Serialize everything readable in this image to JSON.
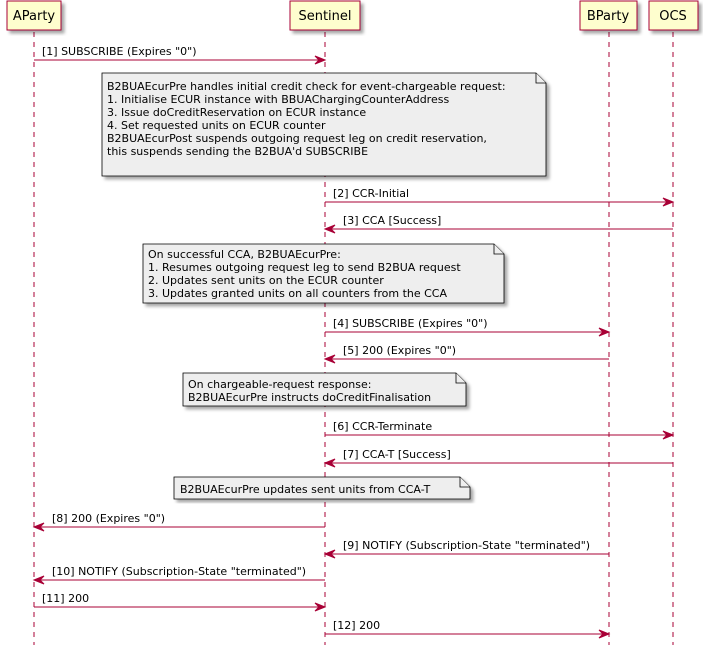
{
  "participants": [
    {
      "id": "aparty",
      "label": "AParty"
    },
    {
      "id": "sentinel",
      "label": "Sentinel"
    },
    {
      "id": "bparty",
      "label": "BParty"
    },
    {
      "id": "ocs",
      "label": "OCS"
    }
  ],
  "messages": [
    {
      "from": "aparty",
      "to": "sentinel",
      "text": "[1] SUBSCRIBE (Expires \"0\")"
    },
    {
      "from": "sentinel",
      "to": "ocs",
      "text": "[2] CCR-Initial"
    },
    {
      "from": "ocs",
      "to": "sentinel",
      "text": "[3] CCA [Success]"
    },
    {
      "from": "sentinel",
      "to": "bparty",
      "text": "[4] SUBSCRIBE (Expires \"0\")"
    },
    {
      "from": "bparty",
      "to": "sentinel",
      "text": "[5] 200 (Expires \"0\")"
    },
    {
      "from": "sentinel",
      "to": "ocs",
      "text": "[6] CCR-Terminate"
    },
    {
      "from": "ocs",
      "to": "sentinel",
      "text": "[7] CCA-T [Success]"
    },
    {
      "from": "sentinel",
      "to": "aparty",
      "text": "[8] 200 (Expires \"0\")"
    },
    {
      "from": "bparty",
      "to": "sentinel",
      "text": "[9] NOTIFY (Subscription-State \"terminated\")"
    },
    {
      "from": "sentinel",
      "to": "aparty",
      "text": "[10] NOTIFY (Subscription-State \"terminated\")"
    },
    {
      "from": "aparty",
      "to": "sentinel",
      "text": "[11] 200"
    },
    {
      "from": "sentinel",
      "to": "bparty",
      "text": "[12] 200"
    }
  ],
  "notes": [
    {
      "lines": [
        "B2BUAEcurPre handles initial credit check for event-chargeable request:",
        "1. Initialise ECUR instance with BBUAChargingCounterAddress",
        "3. Issue doCreditReservation on ECUR instance",
        "4. Set requested units on ECUR counter",
        "",
        "B2BUAEcurPost suspends outgoing request leg on credit reservation,",
        "this suspends sending the B2BUA'd SUBSCRIBE"
      ]
    },
    {
      "lines": [
        "On successful CCA, B2BUAEcurPre:",
        "1. Resumes outgoing request leg to send B2BUA request",
        "2. Updates sent units on the ECUR counter",
        "3. Updates granted units on all counters from the CCA"
      ]
    },
    {
      "lines": [
        "On chargeable-request response:",
        "B2BUAEcurPre instructs doCreditFinalisation"
      ]
    },
    {
      "lines": [
        "B2BUAEcurPre updates sent units from CCA-T"
      ]
    }
  ]
}
